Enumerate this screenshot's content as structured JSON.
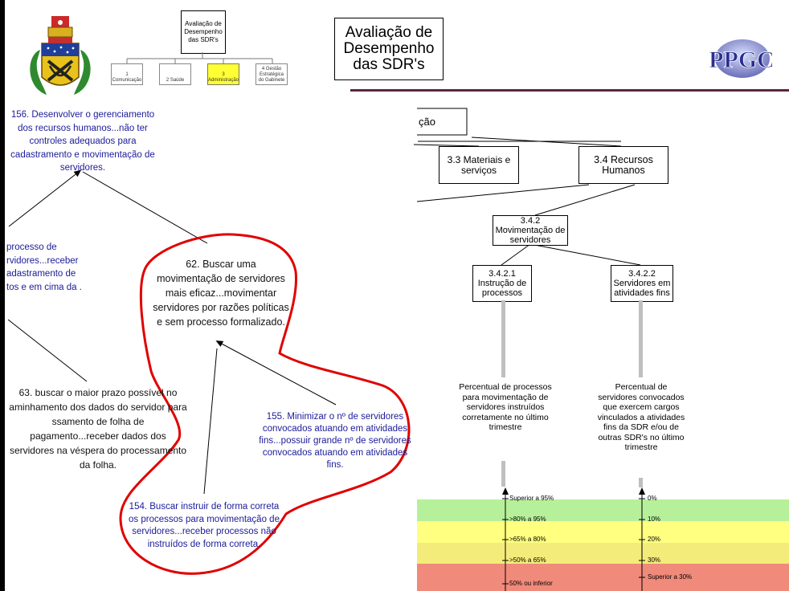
{
  "diagram": {
    "root_title": "Avaliação de Desempenho das SDR's",
    "mini_tree": {
      "root": "Avaliação de Desempenho das SDR's",
      "items": [
        {
          "label": "1 Comunicação"
        },
        {
          "label": "2 Saúde"
        },
        {
          "label": "3 Administração"
        },
        {
          "label": "4 Gestão Estratégica do Gabinete"
        }
      ]
    },
    "partial_node": "ção",
    "node_33": "3.3 Materiais e serviços",
    "node_34": "3.4 Recursos Humanos",
    "node_342": "3.4.2 Movimentação de servidores",
    "node_3421": "3.4.2.1 Instrução de processos",
    "node_3422": "3.4.2.2 Servidores em atividades fins",
    "desc_3421": "Percentual de processos para movimentação de servidores instruídos corretamente no último trimestre",
    "desc_3422": "Percentual de servidores convocados que exercem cargos vinculados a atividades fins da SDR e/ou de outras SDR's no último trimestre",
    "scale_left": [
      "Superior a 95%",
      ">80% a 95%",
      ">65% a 80%",
      ">50% a 65%",
      "50% ou inferior"
    ],
    "scale_right": [
      "0%",
      "10%",
      "20%",
      "30%",
      "Superior a 30%"
    ],
    "band_colors": [
      "#b7f09a",
      "#ffff80",
      "#f4ec7a",
      "#f08a7a"
    ],
    "logo_text": "PPGC"
  },
  "goals": {
    "g156": "156. Desenvolver o gerenciamento dos recursos humanos...não ter controles adequados para cadastramento e movimentação de servidores.",
    "g_partial_left": "processo de rvidores...receber adastramento de tos e em cima da .",
    "g62": "62. Buscar uma movimentação de servidores mais eficaz...movimentar servidores por razões políticas e sem processo formalizado.",
    "g63": "63. buscar o maior prazo possível no aminhamento dos dados do servidor para ssamento de folha de pagamento...receber dados dos servidores na véspera do processamento da folha.",
    "g155": "155. Minimizar o nº de servidores convocados atuando em atividades fins...possuir grande nº de servidores convocados atuando em atividades fins.",
    "g154": "154. Buscar instruir de forma correta os processos para movimentação de servidores...receber processos não instruídos de forma correta."
  }
}
